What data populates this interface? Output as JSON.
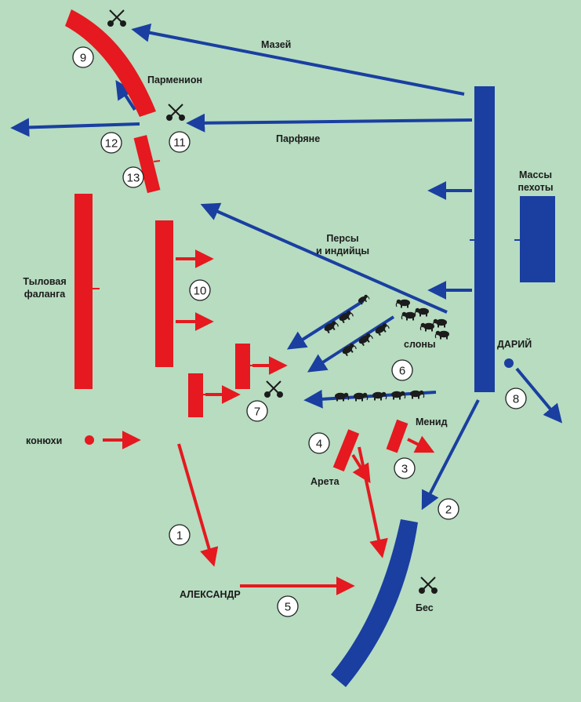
{
  "colors": {
    "background": "#b7dcc0",
    "macedonian": "#e5191f",
    "persian": "#1a3fa0",
    "text": "#1b1b1b"
  },
  "labels": {
    "mazaeus": "Мазей",
    "parthians": "Парфяне",
    "parmenion": "Парменион",
    "infantry_line1": "Массы",
    "infantry_line2": "пехоты",
    "persians_line1": "Персы",
    "persians_line2": "и индийцы",
    "rear_phalanx_line1": "Тыловая",
    "rear_phalanx_line2": "фаланга",
    "elephants": "слоны",
    "darius": "ДАРИЙ",
    "grooms": "конюхи",
    "menides": "Менид",
    "aretes": "Арета",
    "alexander": "АЛЕКСАНДР",
    "bessus": "Бес"
  },
  "markers": {
    "m1": "1",
    "m2": "2",
    "m3": "3",
    "m4": "4",
    "m5": "5",
    "m6": "6",
    "m7": "7",
    "m8": "8",
    "m9": "9",
    "m10": "10",
    "m11": "11",
    "m12": "12",
    "m13": "13"
  },
  "icons": [
    "crossed-swords-icon",
    "elephant-icon",
    "arrow-icon"
  ]
}
